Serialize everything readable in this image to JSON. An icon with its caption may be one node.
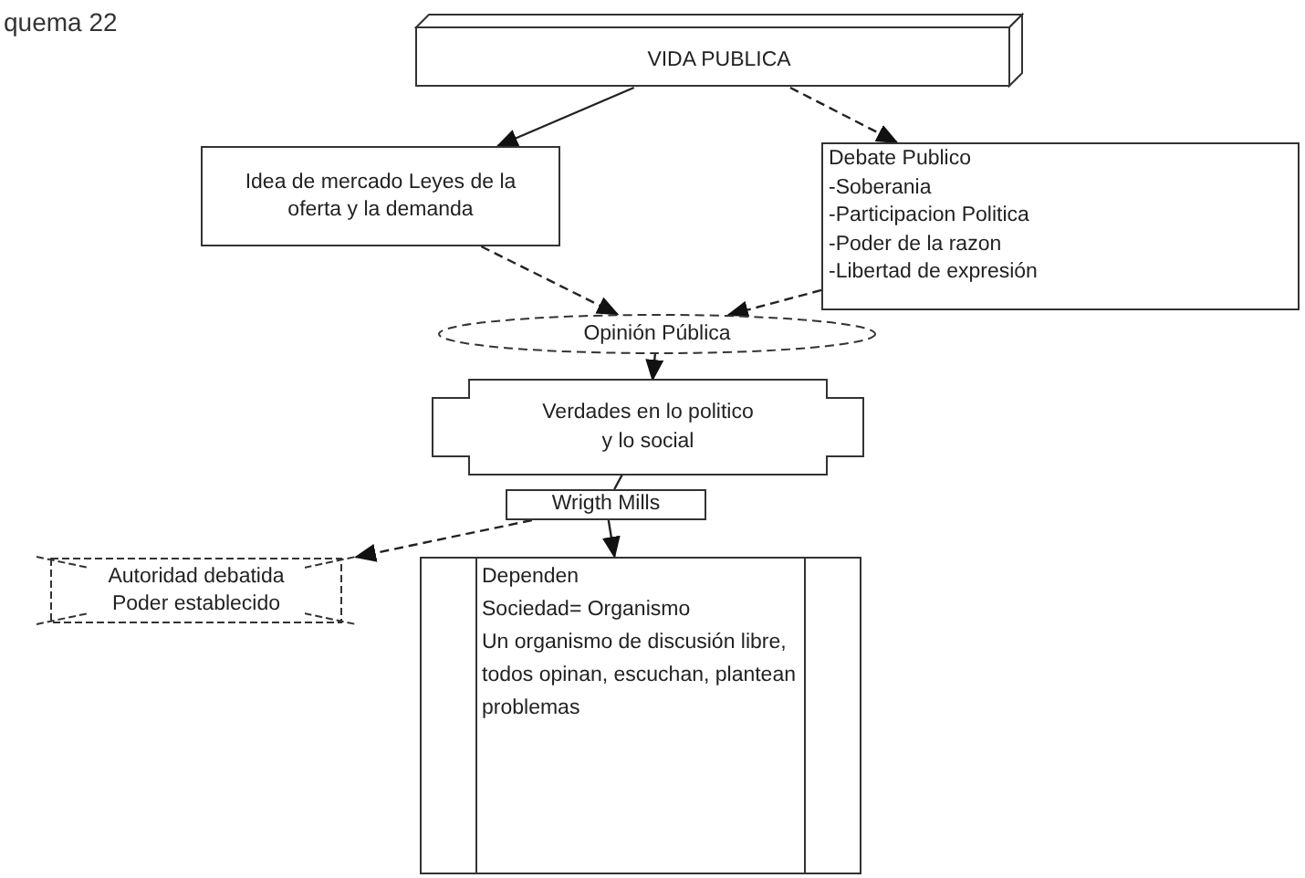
{
  "diagram": {
    "title": "quema 22",
    "nodes": [
      {
        "text": [
          "VIDA PUBLICA"
        ]
      },
      {
        "text": [
          "Idea de mercado Leyes de la oferta y la demanda"
        ]
      },
      {
        "text": [
          "Debate Publico",
          "-Soberania",
          "-Participacion Politica",
          "-Poder de la razon",
          "-Libertad de expresión"
        ]
      },
      {
        "text": [
          "Opinión Pública"
        ]
      },
      {
        "text": [
          "Verdades en lo politico y lo social"
        ]
      },
      {
        "text": [
          "Wrigth Mills"
        ]
      },
      {
        "text": [
          "Autoridad debatida Poder establecido"
        ]
      },
      {
        "text": [
          "Dependen",
          "Sociedad= Organismo",
          "Un organismo de discusión libre, todos opinan, escuchan, plantean problemas"
        ]
      }
    ],
    "edges": [
      {
        "from": 0,
        "to": 1,
        "arrow": "to"
      },
      {
        "from": 0,
        "to": 2,
        "arrow": "to",
        "style": "dashed"
      },
      {
        "from": 1,
        "to": 3,
        "arrow": "to",
        "style": "dashed"
      },
      {
        "from": 2,
        "to": 3,
        "arrow": "to",
        "style": "dashed"
      },
      {
        "from": 3,
        "to": 4,
        "arrow": "to"
      },
      {
        "from": 4,
        "to": 5,
        "arrow": "none"
      },
      {
        "from": 5,
        "to": 6,
        "arrow": "to",
        "style": "dashed"
      },
      {
        "from": 5,
        "to": 7,
        "arrow": "to"
      }
    ]
  }
}
